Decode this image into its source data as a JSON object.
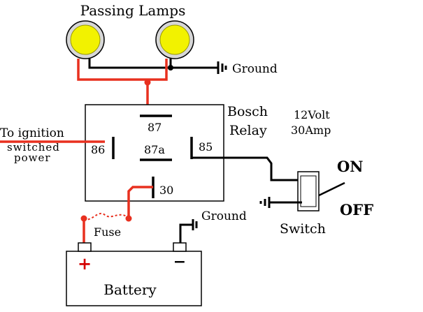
{
  "labels": {
    "passing_lamps": "Passing Lamps",
    "ground_top": "Ground",
    "ground_middle": "Ground",
    "relay_brand": "Bosch",
    "relay_word": "Relay",
    "voltage": "12Volt",
    "amperage": "30Amp",
    "ignition_line1": "To ignition",
    "ignition_line2": "switched",
    "ignition_line3": "power",
    "switch": "Switch",
    "on": "ON",
    "off": "OFF",
    "fuse": "Fuse",
    "battery": "Battery",
    "battery_plus": "+",
    "battery_minus": "−"
  },
  "relay_pins": {
    "p87": "87",
    "p87a": "87a",
    "p86": "86",
    "p85": "85",
    "p30": "30"
  },
  "colors": {
    "lamp_fill": "#f2f200",
    "lamp_ring": "#d7d7d7",
    "power_wire": "#e8301f",
    "ground_wire": "#000000",
    "battery_plus": "#d40000"
  }
}
